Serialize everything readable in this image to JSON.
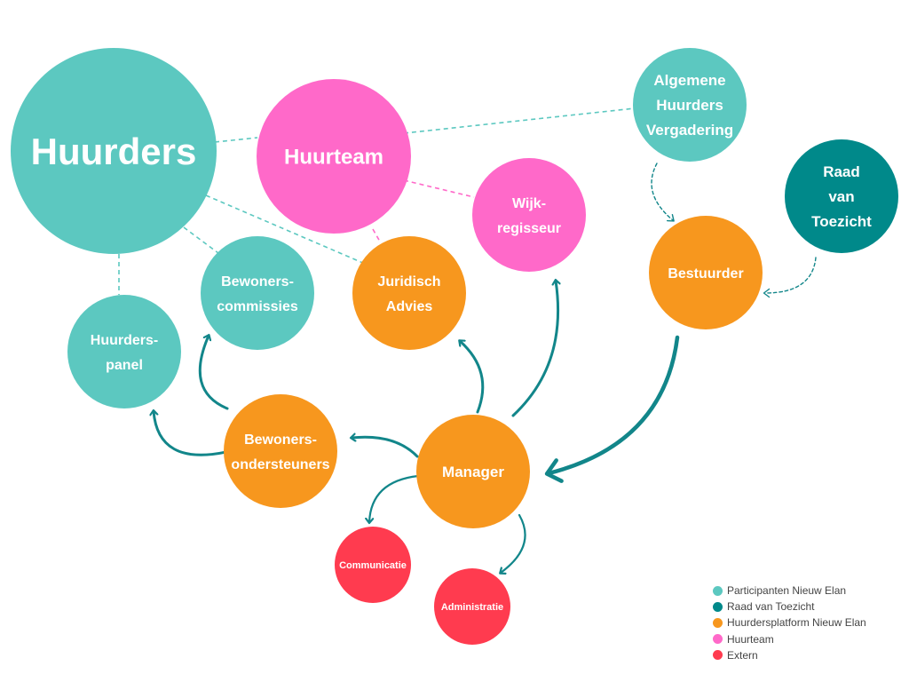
{
  "colors": {
    "participanten": "#5cc8c0",
    "raad": "#00898a",
    "platform": "#f7971e",
    "huurteam": "#ff69c9",
    "extern": "#ff3b4f",
    "connector_dashed": "#5cc8c0",
    "connector_pink": "#ff69c9",
    "arrow": "#12868a"
  },
  "nodes": {
    "huurders": {
      "label": [
        "Huurders"
      ],
      "group": "participanten"
    },
    "huurteam": {
      "label": [
        "Huurteam"
      ],
      "group": "huurteam"
    },
    "ahv": {
      "label": [
        "Algemene",
        "Huurders",
        "Vergadering"
      ],
      "group": "participanten"
    },
    "raad": {
      "label": [
        "Raad",
        "van",
        "Toezicht"
      ],
      "group": "raad"
    },
    "wijkregisseur": {
      "label": [
        "Wijk-",
        "regisseur"
      ],
      "group": "huurteam"
    },
    "bestuurder": {
      "label": [
        "Bestuurder"
      ],
      "group": "platform"
    },
    "juridisch": {
      "label": [
        "Juridisch",
        "Advies"
      ],
      "group": "platform"
    },
    "bewonerscommissies": {
      "label": [
        "Bewoners-",
        "commissies"
      ],
      "group": "participanten"
    },
    "huurderspanel": {
      "label": [
        "Huurders-",
        "panel"
      ],
      "group": "participanten"
    },
    "bewonersondersteuners": {
      "label": [
        "Bewoners-",
        "ondersteuners"
      ],
      "group": "platform"
    },
    "manager": {
      "label": [
        "Manager"
      ],
      "group": "platform"
    },
    "communicatie": {
      "label": [
        "Communicatie"
      ],
      "group": "extern"
    },
    "administratie": {
      "label": [
        "Administratie"
      ],
      "group": "extern"
    }
  },
  "legend": [
    {
      "label": "Participanten Nieuw Elan",
      "group": "participanten"
    },
    {
      "label": "Raad van Toezicht",
      "group": "raad"
    },
    {
      "label": "Huurdersplatform Nieuw Elan",
      "group": "platform"
    },
    {
      "label": "Huurteam",
      "group": "huurteam"
    },
    {
      "label": "Extern",
      "group": "extern"
    }
  ]
}
